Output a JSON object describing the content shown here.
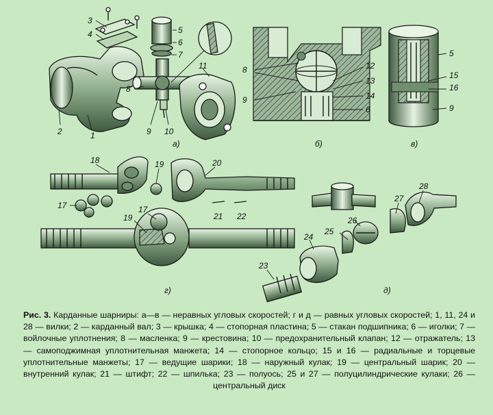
{
  "labels": {
    "a": [
      "1",
      "2",
      "3",
      "4",
      "5",
      "6",
      "7",
      "8",
      "9",
      "10",
      "11"
    ],
    "b": [
      "8",
      "9",
      "12",
      "13",
      "14",
      "6"
    ],
    "v": [
      "5",
      "15",
      "16",
      "9"
    ],
    "g": [
      "18",
      "19",
      "20",
      "17",
      "21",
      "22",
      "17",
      "19"
    ],
    "d": [
      "28",
      "27",
      "25",
      "26",
      "24",
      "23"
    ]
  },
  "panels": {
    "a": "а)",
    "b": "б)",
    "v": "в)",
    "g": "г)",
    "d": "д)"
  },
  "caption": {
    "title": "Рис. 3.",
    "text": "Карданные шарниры: а—в — неравных угловых скоростей; г и д — равных угловых скоростей; 1, 11, 24 и 28 — вилки; 2 — карданный вал; 3 — крышка; 4 — стопорная пластина; 5 — стакан подшипника; 6 — иголки; 7 — войлочные уплотнения; 8 — масленка; 9 — крестовина; 10 — предохранительный клапан; 12 — отражатель; 13 — самоподжимная уплотнительная манжета; 14 — стопорное кольцо; 15 и 16 — радиальные и торцевые уплотнительные манжеты; 17 — ведущие шарики; 18 — наружный кулак; 19 — центральный шарик; 20 — внутренний кулак; 21 — штифт; 22 — шпилька; 23 — полуось; 25 и 27 — полуцилиндрические кулаки; 26 — центральный диск"
  }
}
